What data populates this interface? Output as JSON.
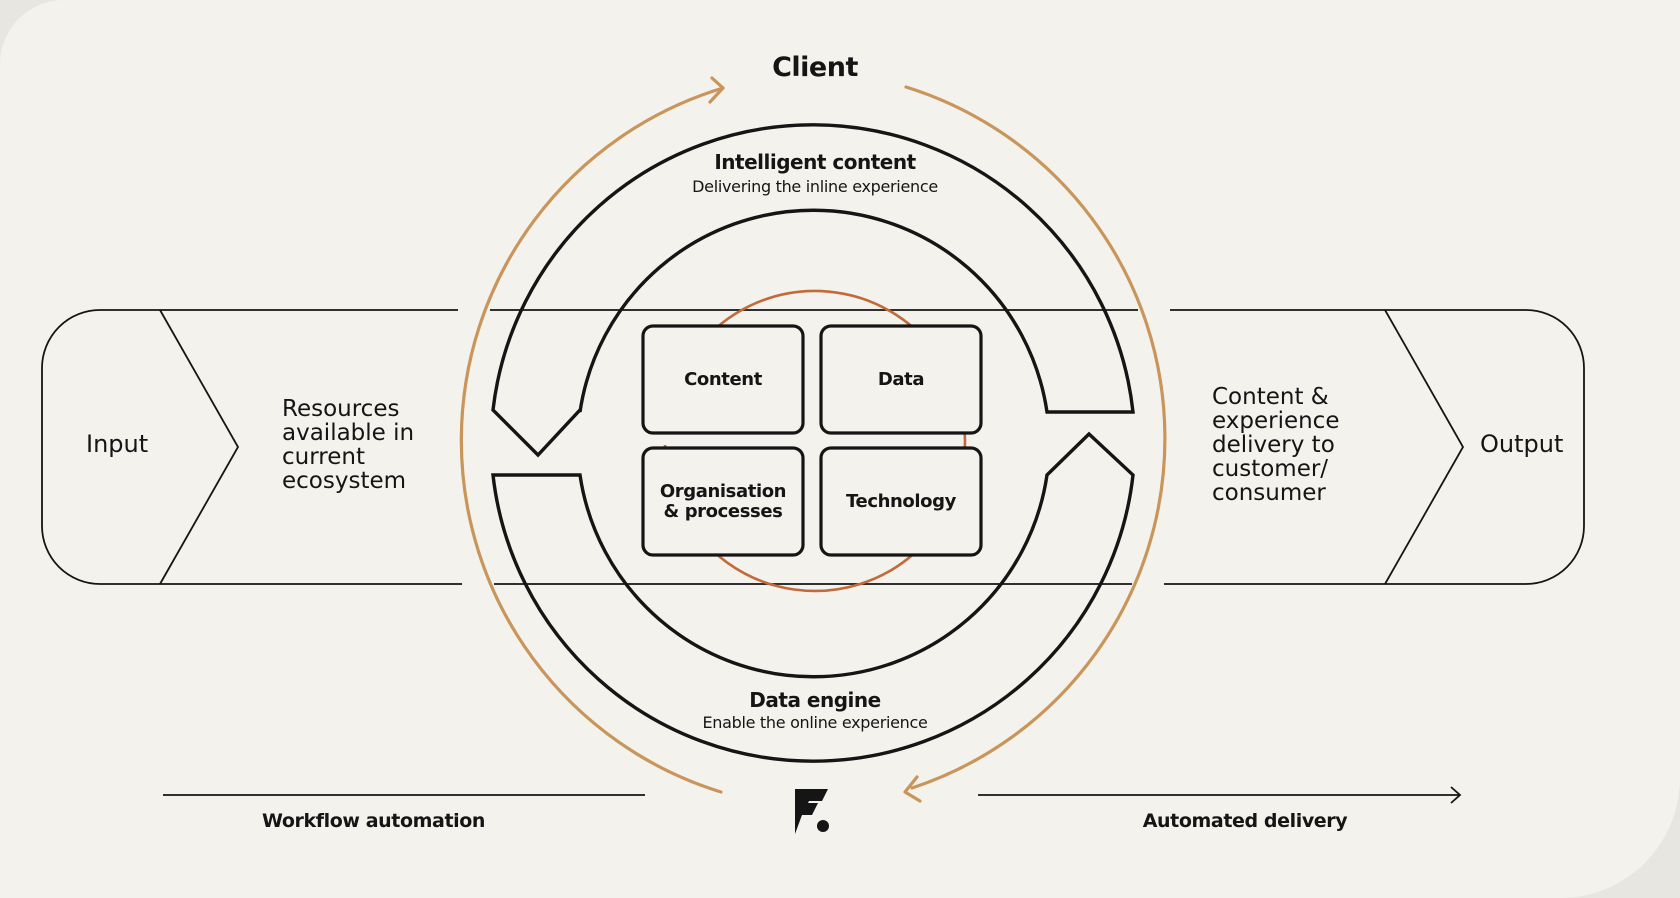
{
  "diagram": {
    "client_label": "Client",
    "intelligent_content": {
      "title": "Intelligent content",
      "subtitle": "Delivering the inline experience"
    },
    "data_engine": {
      "title": "Data engine",
      "subtitle": "Enable the online experience"
    },
    "input_label": "Input",
    "output_label": "Output",
    "resources_text": "Resources\navailable in\ncurrent\necosystem",
    "delivery_text": "Content &\nexperience\ndelivery to\ncustomer/\nconsumer",
    "boxes": [
      {
        "label": "Content"
      },
      {
        "label": "Data"
      },
      {
        "label": "Organisation\n& processes"
      },
      {
        "label": "Technology"
      }
    ],
    "workflow_label": "Workflow automation",
    "automated_delivery_label": "Automated delivery",
    "logo_icon": "f-brand-logo",
    "colors": {
      "background": "#f3f2ec",
      "ink": "#151515",
      "outer_ring": "#c9955a",
      "inner_cycle": "#c26a3a"
    }
  }
}
